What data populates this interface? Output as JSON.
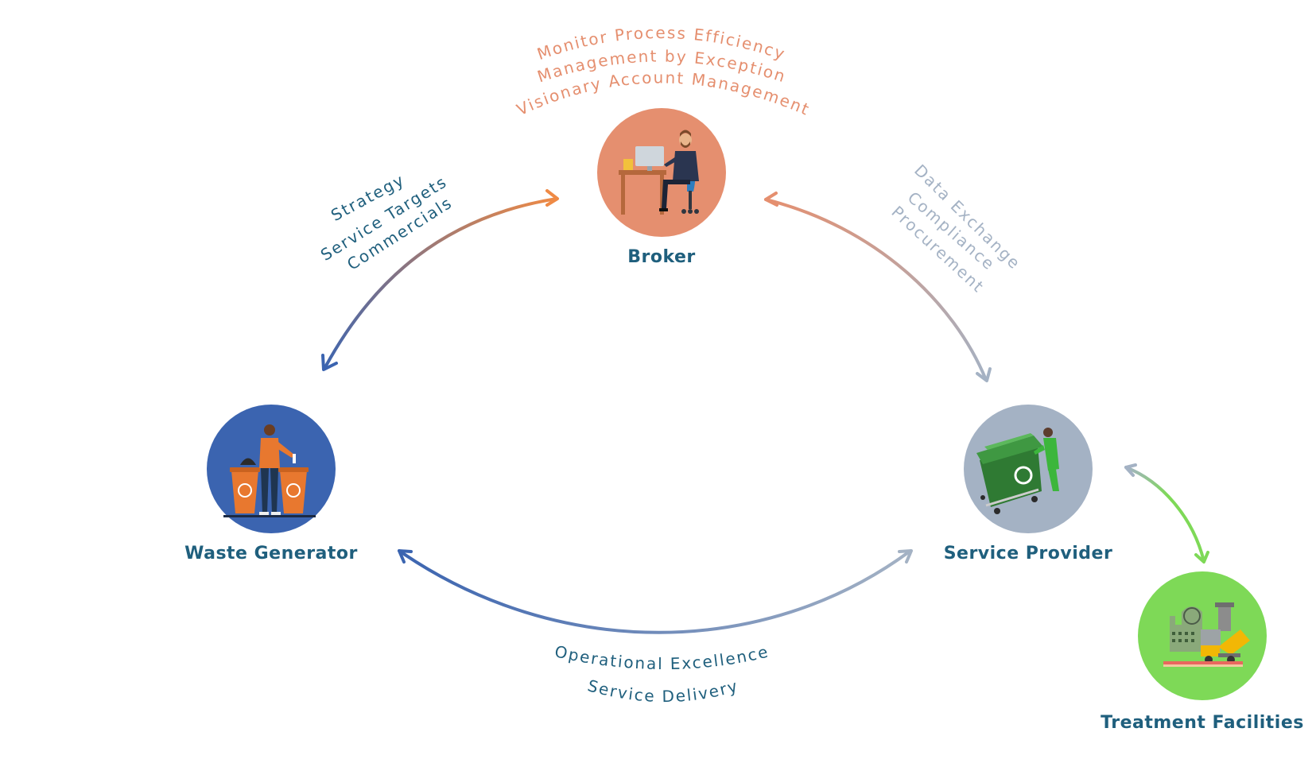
{
  "nodes": {
    "broker": {
      "label": "Broker",
      "color": "#e58f6f"
    },
    "waste_generator": {
      "label": "Waste Generator",
      "color": "#3b64b0"
    },
    "service_provider": {
      "label": "Service Provider",
      "color": "#a4b2c4"
    },
    "treatment_facilities": {
      "label": "Treatment Facilities",
      "color": "#7ed957"
    }
  },
  "annotations": {
    "broker": [
      "Monitor Process Efficiency",
      "Management by Exception",
      "Visionary Account Management"
    ],
    "generator_broker": [
      "Strategy",
      "Service Targets",
      "Commercials"
    ],
    "broker_provider": [
      "Data Exchange",
      "Compliance",
      "Procurement"
    ],
    "generator_provider": [
      "Operational Excellence",
      "Service Delivery"
    ]
  },
  "colors": {
    "label_text": "#1f5f7d",
    "broker_text": "#e58f6f",
    "provider_text": "#a4b2c4",
    "arrow_orange": "#e8894a",
    "arrow_blue": "#3b64b0",
    "arrow_grey": "#a4b2c4",
    "arrow_green": "#7ed957"
  }
}
